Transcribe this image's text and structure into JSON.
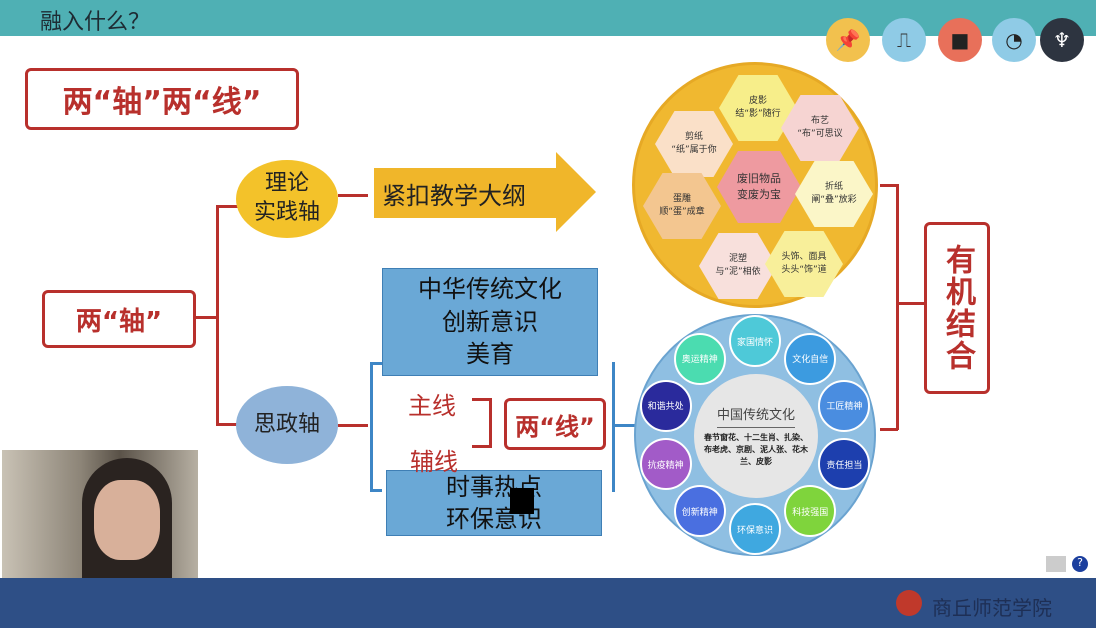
{
  "header": {
    "title": "融入什么？"
  },
  "toolbar": {
    "icons": [
      "pushpin-icon",
      "binder-clip-icon",
      "briefcase-icon",
      "clock-icon",
      "cactus-icon"
    ]
  },
  "heading": "两“轴”两“线”",
  "axes": {
    "label": "两“轴”",
    "theory": "理论\n实践轴",
    "ideology": "思政轴"
  },
  "arrow_label": "紧扣教学大纲",
  "blue_top": [
    "中华传统文化",
    "创新意识",
    "美育"
  ],
  "blue_bottom": [
    "时事热点",
    "环保意识"
  ],
  "lines": {
    "main": "主线",
    "aux": "辅线",
    "label": "两“线”"
  },
  "combine": "有机结合",
  "honeycomb": {
    "center": [
      "废旧物品",
      "变废为宝"
    ],
    "cells": [
      {
        "t": "皮影",
        "s": "结“影”随行"
      },
      {
        "t": "布艺",
        "s": "“布”可思议"
      },
      {
        "t": "剪纸",
        "s": "“纸”属于你"
      },
      {
        "t": "折纸",
        "s": "阐“叠”放彩"
      },
      {
        "t": "蛋雕",
        "s": "顺“蛋”成章"
      },
      {
        "t": "泥塑",
        "s": "与“泥”相依"
      },
      {
        "t": "头饰、面具",
        "s": "头头“饰”道"
      }
    ]
  },
  "culture": {
    "title": "中国传统文化",
    "desc": "春节窗花、十二生肖、扎染、布老虎、京剧、泥人张、花木兰、皮影",
    "items": [
      "家国情怀",
      "文化自信",
      "工匠精神",
      "责任担当",
      "科技强国",
      "环保意识",
      "创新精神",
      "抗疫精神",
      "和谐共处",
      "奥运精神"
    ]
  },
  "footer": {
    "school": "商丘师范学院"
  },
  "colors": {
    "accent": "#b8302c",
    "teal": "#4fb0b4",
    "footer": "#2e4f86"
  }
}
